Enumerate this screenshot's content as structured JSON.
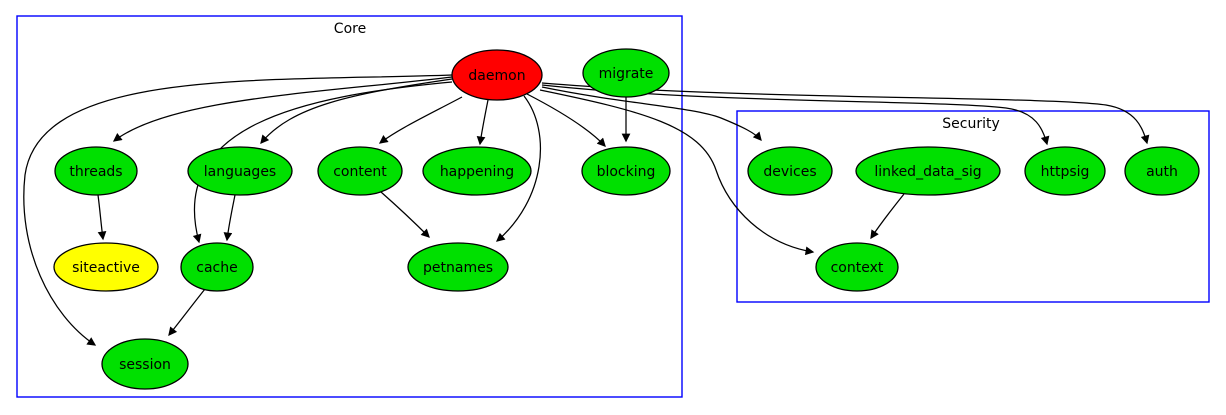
{
  "graph": {
    "background_color": "#ffffff",
    "edge_color": "#000000",
    "node_border_color": "#000000",
    "cluster_border_color": "#0000ff",
    "node_green": "#00e000",
    "node_red": "#ff0000",
    "node_yellow": "#ffff00",
    "clusters": {
      "core": {
        "label": "Core"
      },
      "security": {
        "label": "Security"
      }
    },
    "nodes": {
      "daemon": {
        "label": "daemon",
        "fill": "#ff0000"
      },
      "migrate": {
        "label": "migrate",
        "fill": "#00e000"
      },
      "threads": {
        "label": "threads",
        "fill": "#00e000"
      },
      "languages": {
        "label": "languages",
        "fill": "#00e000"
      },
      "content": {
        "label": "content",
        "fill": "#00e000"
      },
      "happening": {
        "label": "happening",
        "fill": "#00e000"
      },
      "blocking": {
        "label": "blocking",
        "fill": "#00e000"
      },
      "siteactive": {
        "label": "siteactive",
        "fill": "#ffff00"
      },
      "cache": {
        "label": "cache",
        "fill": "#00e000"
      },
      "petnames": {
        "label": "petnames",
        "fill": "#00e000"
      },
      "session": {
        "label": "session",
        "fill": "#00e000"
      },
      "devices": {
        "label": "devices",
        "fill": "#00e000"
      },
      "linked_data_sig": {
        "label": "linked_data_sig",
        "fill": "#00e000"
      },
      "httpsig": {
        "label": "httpsig",
        "fill": "#00e000"
      },
      "auth": {
        "label": "auth",
        "fill": "#00e000"
      },
      "context": {
        "label": "context",
        "fill": "#00e000"
      }
    },
    "edges": [
      {
        "from": "daemon",
        "to": "threads"
      },
      {
        "from": "daemon",
        "to": "languages"
      },
      {
        "from": "daemon",
        "to": "content"
      },
      {
        "from": "daemon",
        "to": "happening"
      },
      {
        "from": "daemon",
        "to": "blocking"
      },
      {
        "from": "daemon",
        "to": "cache"
      },
      {
        "from": "daemon",
        "to": "session"
      },
      {
        "from": "daemon",
        "to": "petnames"
      },
      {
        "from": "daemon",
        "to": "devices"
      },
      {
        "from": "daemon",
        "to": "httpsig"
      },
      {
        "from": "daemon",
        "to": "auth"
      },
      {
        "from": "daemon",
        "to": "context"
      },
      {
        "from": "migrate",
        "to": "blocking"
      },
      {
        "from": "threads",
        "to": "siteactive"
      },
      {
        "from": "languages",
        "to": "cache"
      },
      {
        "from": "content",
        "to": "petnames"
      },
      {
        "from": "cache",
        "to": "session"
      },
      {
        "from": "linked_data_sig",
        "to": "context"
      }
    ]
  }
}
